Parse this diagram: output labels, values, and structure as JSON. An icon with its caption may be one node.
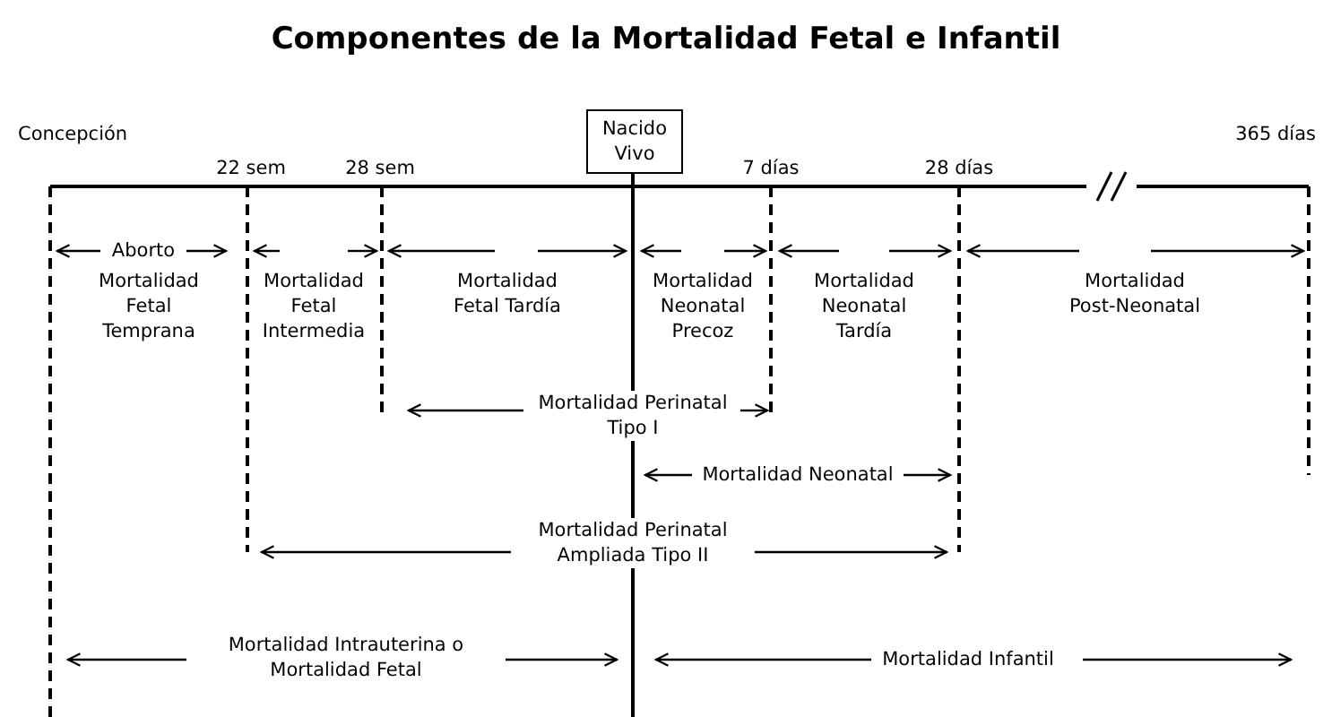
{
  "diagram": {
    "title": "Componentes de la Mortalidad Fetal e Infantil",
    "nodes": [
      {
        "text": [
          "Nacido Vivo"
        ]
      }
    ],
    "labels": [
      "Concepción",
      "365 días",
      "22 sem",
      "28 sem",
      "7 días",
      "28 días",
      "Aborto",
      "Mortalidad Fetal Temprana",
      "Mortalidad Fetal Intermedia",
      "Mortalidad Fetal Tardía",
      "Mortalidad Neonatal Precoz",
      "Mortalidad Neonatal Tardía",
      "Mortalidad Post-Neonatal",
      "Mortalidad Perinatal Tipo I",
      "Mortalidad Neonatal",
      "Mortalidad Perinatal Ampliada Tipo II",
      "Mortalidad Intrauterina o Mortalidad Fetal",
      "Mortalidad Infantil"
    ]
  }
}
